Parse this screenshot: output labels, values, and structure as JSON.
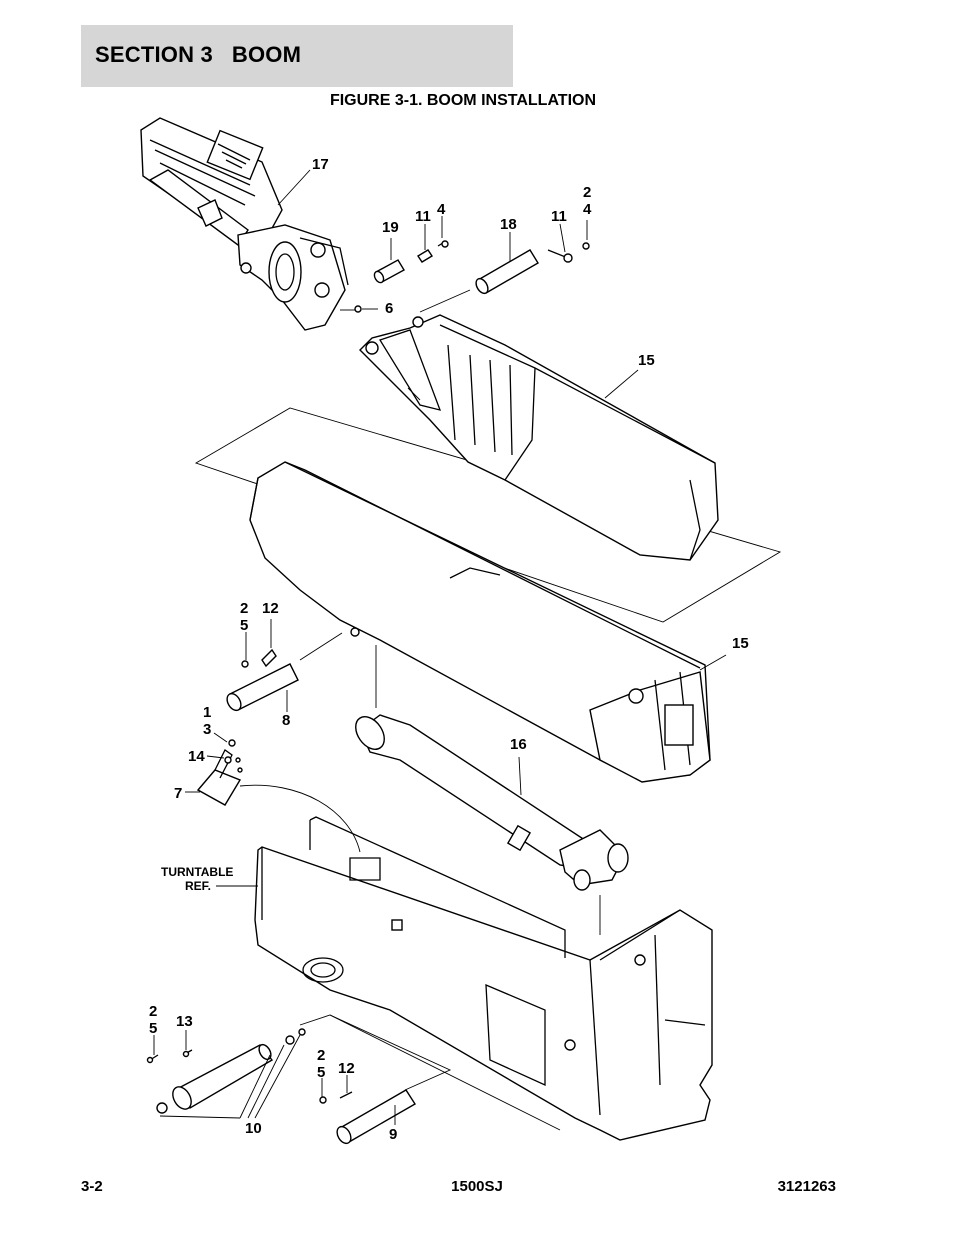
{
  "header": {
    "section_title": "SECTION 3   BOOM"
  },
  "figure": {
    "title": "FIGURE 3-1. BOOM INSTALLATION"
  },
  "callouts": {
    "c17": "17",
    "c2a": "2",
    "c4a": "4",
    "c11a": "11",
    "c4b": "4",
    "c19": "19",
    "c18": "18",
    "c11b": "11",
    "c6": "6",
    "c15a": "15",
    "c2b": "2",
    "c12a": "12",
    "c5a": "5",
    "c15b": "15",
    "c1": "1",
    "c3": "3",
    "c8": "8",
    "c16": "16",
    "c14": "14",
    "c7": "7",
    "turntable_line1": "TURNTABLE",
    "turntable_line2": "REF.",
    "c2c": "2",
    "c5b": "5",
    "c13": "13",
    "c2d": "2",
    "c5c": "5",
    "c12b": "12",
    "c10": "10",
    "c9": "9"
  },
  "footer": {
    "page_number": "3-2",
    "model": "1500SJ",
    "doc_number": "3121263"
  }
}
